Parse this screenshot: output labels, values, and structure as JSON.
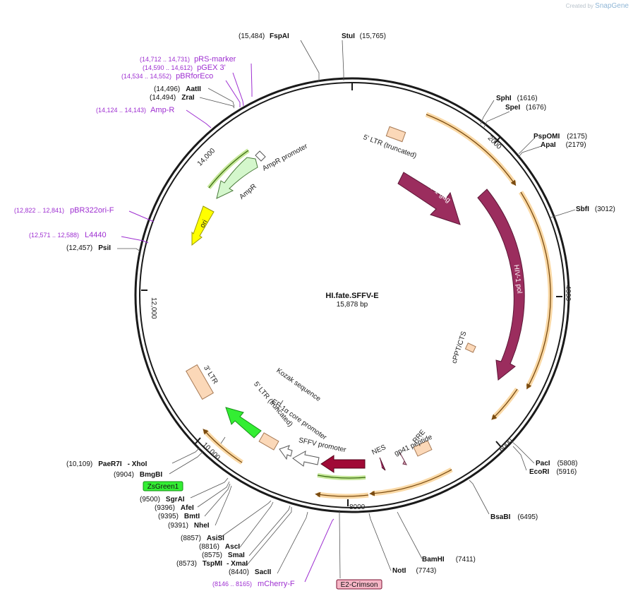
{
  "watermark": {
    "prefix": "Created by",
    "brand": "SnapGene"
  },
  "map": {
    "name": "HI.fate.SFFV-E",
    "length_bp": 15878,
    "size_label": "15,878 bp",
    "tick_labels": [
      "2000",
      "4000",
      "6000",
      "8000",
      "10,000",
      "12,000",
      "14,000"
    ]
  },
  "sites": [
    {
      "name": "FspAI",
      "pos": "(15,484)"
    },
    {
      "name": "StuI",
      "pos": "(15,765)"
    },
    {
      "name": "SphI",
      "pos": "(1616)"
    },
    {
      "name": "SpeI",
      "pos": "(1676)"
    },
    {
      "name": "PspOMI",
      "pos": "(2175)"
    },
    {
      "name": "ApaI",
      "pos": "(2179)"
    },
    {
      "name": "SbfI",
      "pos": "(3012)"
    },
    {
      "name": "PacI",
      "pos": "(5808)"
    },
    {
      "name": "EcoRI",
      "pos": "(5916)"
    },
    {
      "name": "BsaBI",
      "pos": "(6495)"
    },
    {
      "name": "BamHI",
      "pos": "(7411)"
    },
    {
      "name": "NotI",
      "pos": "(7743)"
    },
    {
      "name": "AatII",
      "pos": "(14,496)"
    },
    {
      "name": "ZraI",
      "pos": "(14,494)"
    },
    {
      "name": "PsiI",
      "pos": "(12,457)"
    },
    {
      "name": "PaeR7I",
      "pos": "(10,109)",
      "extra": "- XhoI"
    },
    {
      "name": "BmgBI",
      "pos": "(9904)"
    },
    {
      "name": "SgrAI",
      "pos": "(9500)"
    },
    {
      "name": "AfeI",
      "pos": "(9396)"
    },
    {
      "name": "BmtI",
      "pos": "(9395)"
    },
    {
      "name": "NheI",
      "pos": "(9391)"
    },
    {
      "name": "AsiSI",
      "pos": "(8857)"
    },
    {
      "name": "AscI",
      "pos": "(8816)"
    },
    {
      "name": "SmaI",
      "pos": "(8575)"
    },
    {
      "name": "TspMI",
      "pos": "(8573)",
      "extra": "- XmaI"
    },
    {
      "name": "SacII",
      "pos": "(8440)"
    }
  ],
  "primers": [
    {
      "name": "pRS-marker",
      "pos": "(14,712 .. 14,731)"
    },
    {
      "name": "pGEX 3'",
      "pos": "(14,590 .. 14,612)"
    },
    {
      "name": "pBRforEco",
      "pos": "(14,534 .. 14,552)"
    },
    {
      "name": "Amp-R",
      "pos": "(14,124 .. 14,143)"
    },
    {
      "name": "pBR322ori-F",
      "pos": "(12,822 .. 12,841)"
    },
    {
      "name": "L4440",
      "pos": "(12,571 .. 12,588)"
    },
    {
      "name": "mCherry-F",
      "pos": "(8146 .. 8165)"
    }
  ],
  "boxed_labels": {
    "zsgreen": "ZsGreen1",
    "e2crimson": "E2-Crimson"
  },
  "features": {
    "ltr5_top": "5' LTR (truncated)",
    "hiv_gag": "HIV-1 gag",
    "hiv_pol": "HIV-1 pol",
    "cppt": "cPPT/CTS",
    "rre": "RRE",
    "gp41": "gp41 peptide",
    "nes": "NES",
    "ampr_promoter": "AmpR promoter",
    "ampr": "AmpR",
    "ori": "ori",
    "ltr3": "3' LTR",
    "ltr5_bottom": "5' LTR (truncated)",
    "ef1a": "EF-1α core promoter",
    "kozak": "Kozak sequence",
    "sffv": "SFFV promoter"
  },
  "colors": {
    "backbone": "#1a1a1a",
    "gag_pol": "#9b2d5e",
    "ltr": "#fbd8b8",
    "ampr": "#d4f7cc",
    "ori": "#ffff00",
    "zsgreen": "#33ee33",
    "e2crimson": "#a00a36",
    "primer": "#9e2fd1",
    "orange_track": "#e8a33c"
  }
}
